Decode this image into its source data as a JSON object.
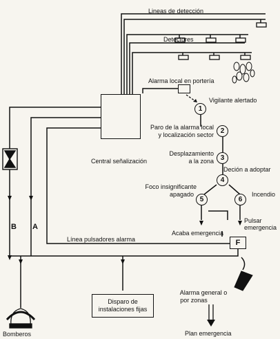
{
  "labels": {
    "lineas_deteccion": "Lineas de detección",
    "detectores": "Detectores",
    "alarma_local": "Alarma local en portería",
    "central": "Central señalización",
    "vigilante": "Vigilante alertado",
    "paro_line1": "Paro de la alarma local",
    "paro_line2": "y localización sector",
    "desplaz_line1": "Desplazamiento",
    "desplaz_line2": "a la zona",
    "decision": "Deción a adoptar",
    "foco_line1": "Foco insignificante",
    "foco_line2": "apagado",
    "incendio": "Incendio",
    "pulsar_line1": "Pulsar",
    "pulsar_line2": "emergencia",
    "acaba": "Acaba emergencia",
    "linea_pulsadores": "Línea pulsadores alarma",
    "disparo_line1": "Disparo de",
    "disparo_line2": "instalaciones fijas",
    "alarma_general_line1": "Alarma general o",
    "alarma_general_line2": "por zonas",
    "plan": "Plan emergencia",
    "bomberos": "Bomberos"
  },
  "letters": {
    "b": "B",
    "a": "A",
    "f": "F"
  },
  "steps": [
    "1",
    "2",
    "3",
    "4",
    "5",
    "6"
  ],
  "colors": {
    "ink": "#111111",
    "paper": "#f7f5ef"
  }
}
